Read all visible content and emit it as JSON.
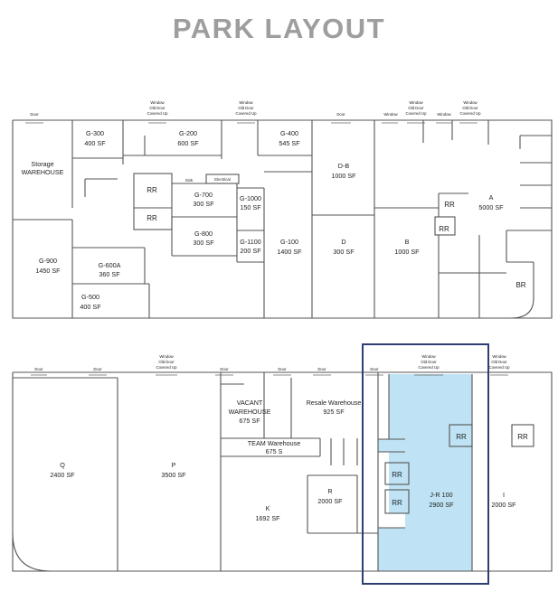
{
  "title": "PARK LAYOUT",
  "colors": {
    "title": "#9e9e9e",
    "highlight_fill": "#bfe3f4",
    "highlight_border": "#2e3d73",
    "wall": "#555555"
  },
  "units": {
    "storage": {
      "name": "Storage",
      "sub": "WAREHOUSE"
    },
    "g300": {
      "name": "G-300",
      "area": "400 SF"
    },
    "g200": {
      "name": "G-200",
      "area": "600 SF"
    },
    "g400": {
      "name": "G-400",
      "area": "545 SF"
    },
    "db": {
      "name": "D-B",
      "area": "1000 SF"
    },
    "a": {
      "name": "A",
      "area": "5000 SF"
    },
    "g700": {
      "name": "G-700",
      "area": "300 SF"
    },
    "g1000": {
      "name": "G-1000",
      "area": "150 SF"
    },
    "g800": {
      "name": "G-800",
      "area": "300 SF"
    },
    "g1100": {
      "name": "G-1100",
      "area": "200 SF"
    },
    "g100": {
      "name": "G-100",
      "area": "1400 SF"
    },
    "d": {
      "name": "D",
      "area": "300 SF"
    },
    "b": {
      "name": "B",
      "area": "1000 SF"
    },
    "g900": {
      "name": "G-900",
      "area": "1450 SF"
    },
    "g600a": {
      "name": "G-600A",
      "area": "360 SF"
    },
    "g500": {
      "name": "G-500",
      "area": "400 SF"
    },
    "q": {
      "name": "Q",
      "area": "2400 SF"
    },
    "p": {
      "name": "P",
      "area": "3500 SF"
    },
    "vacant": {
      "l1": "VACANT",
      "l2": "WAREHOUSE",
      "area": "675 SF"
    },
    "resale": {
      "name": "Resale Warehouse",
      "area": "925 SF"
    },
    "team": {
      "name": "TEAM Warehouse",
      "area": "675 S"
    },
    "k": {
      "name": "K",
      "area": "1692 SF"
    },
    "r": {
      "name": "R",
      "area": "2000 SF"
    },
    "jr100": {
      "name": "J-R 100",
      "area": "2900 SF"
    },
    "i": {
      "name": "I",
      "area": "2000 SF"
    }
  },
  "labels": {
    "rr": "RR",
    "br": "BR",
    "sink": "Sink",
    "electrical": "Electrical",
    "door": "Door",
    "window": "Window",
    "old_door_1": "Old Door",
    "old_door_2": "Covered Up"
  }
}
